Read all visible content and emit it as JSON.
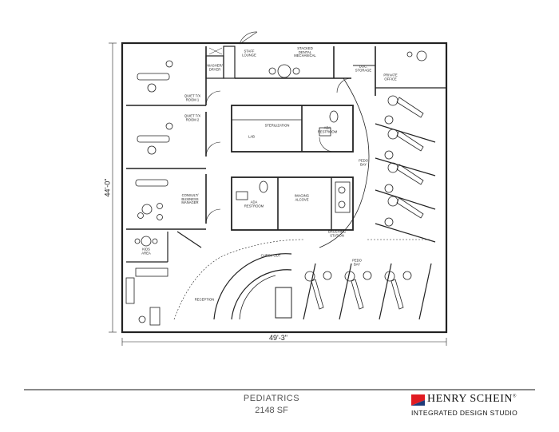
{
  "plan_name": "PEDIATRICS",
  "area": "2148 SF",
  "dimensions": {
    "width": "49'-3\"",
    "depth": "44'-0\""
  },
  "brand": {
    "name": "HENRY SCHEIN",
    "mark": "®",
    "subtitle": "INTEGRATED DESIGN STUDIO",
    "color_red": "#e11b22",
    "color_blue": "#1f3b7a"
  },
  "rooms": {
    "staff_lounge": "STAFF\nLOUNGE",
    "stacked_mech": "STACKED\nDENTAL\nMECHANICAL",
    "doctor_storage": "DOC.\nSTORAGE",
    "private_office": "PRIVATE\nOFFICE",
    "washer_dryer": "WASHER/\nDRYER",
    "quiet_tx_1": "QUIET T/X\nROOM 1",
    "quiet_tx_2": "QUIET T/X\nROOM 2",
    "sterilization": "STERILIZATION",
    "lab": "LAB",
    "ada_restroom_1": "ADA\nRESTROOM",
    "ada_restroom_2": "ADA\nRESTROOM",
    "imaging_alcove": "IMAGING\nALCOVE",
    "brushing_station": "BRUSHING\nSTATION",
    "consult": "CONSULT/\nBUSINESS\nMANAGER",
    "kids_area": "KIDS\nAREA",
    "reception": "RECEPTION",
    "check_out": "CHECK OUT",
    "pedo_bay_1": "PEDO\nBAY",
    "pedo_bay_2": "PEDO\nBAY"
  }
}
